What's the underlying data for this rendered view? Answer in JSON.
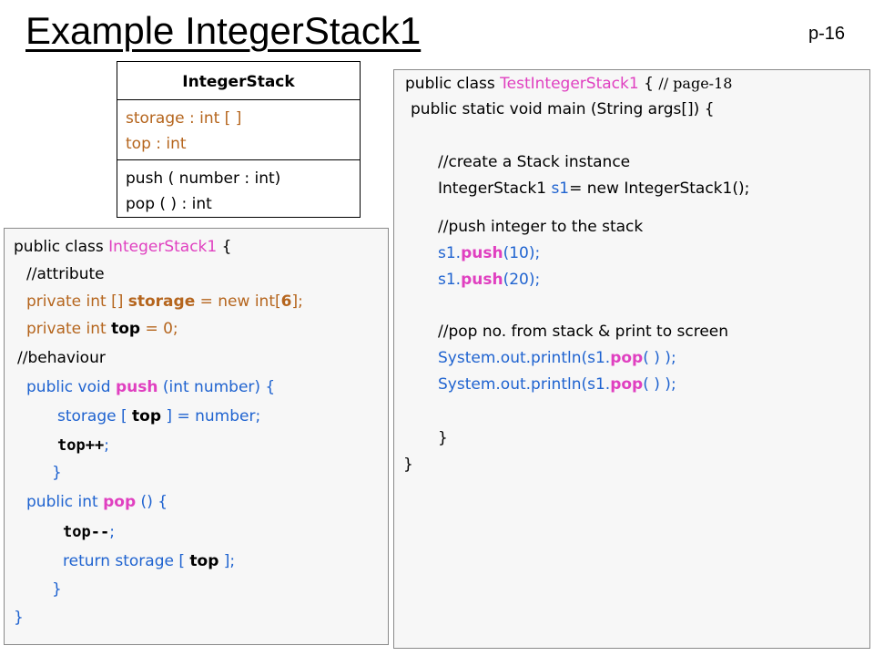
{
  "slide": {
    "title": "Example IntegerStack1",
    "page_number": "p-16"
  },
  "uml": {
    "class_name": "IntegerStack",
    "attributes": [
      "storage : int [ ]",
      "top : int"
    ],
    "operations": [
      "push ( number : int)",
      "pop ( ) : int"
    ]
  },
  "left_code": {
    "l1a": "public class ",
    "l1b": "IntegerStack1",
    "l1c": " {",
    "l2": "//attribute",
    "l3a": "private int [] ",
    "l3b": "storage",
    "l3c": " = new int[",
    "l3d": "6",
    "l3e": "];",
    "l4a": "private int ",
    "l4b": "top",
    "l4c": " = 0;",
    "l5": "//behaviour",
    "l6a": "public void ",
    "l6b": "push",
    "l6c": " (int number) {",
    "l7a": "storage [ ",
    "l7b": "top",
    "l7c": " ] = number;",
    "l8a": "top++",
    "l8b": ";",
    "l9": "}",
    "l10a": "public int ",
    "l10b": "pop",
    "l10c": " () {",
    "l11a": "top--",
    "l11b": ";",
    "l12a": "return storage [ ",
    "l12b": "top",
    "l12c": " ];",
    "l13": "}",
    "l14": "}"
  },
  "right_code": {
    "r1a": "public class ",
    "r1b": "TestIntegerStack1",
    "r1c": " { ",
    "r1d": "// page-18",
    "r2": "public static void main (String args[]) {",
    "r3": "//create a Stack instance",
    "r4a": "IntegerStack1 ",
    "r4b": "s1",
    "r4c": "= new IntegerStack1();",
    "r5": "//push integer to the stack",
    "r6a": "s1.",
    "r6b": "push",
    "r6c": "(10);",
    "r7a": "s1.",
    "r7b": "push",
    "r7c": "(20);",
    "r8": "//pop no. from stack & print to screen",
    "r9a": "System.out.println(s1.",
    "r9b": "pop",
    "r9c": "( ) );",
    "r10a": "System.out.println(s1.",
    "r10b": "pop",
    "r10c": "( ) );",
    "r11": "}",
    "r12": "}"
  },
  "colors": {
    "keyword_blue": "#1f63d0",
    "identifier_magenta": "#e040c0",
    "attribute_brown": "#b5651d",
    "code_background": "#f7f7f7"
  }
}
